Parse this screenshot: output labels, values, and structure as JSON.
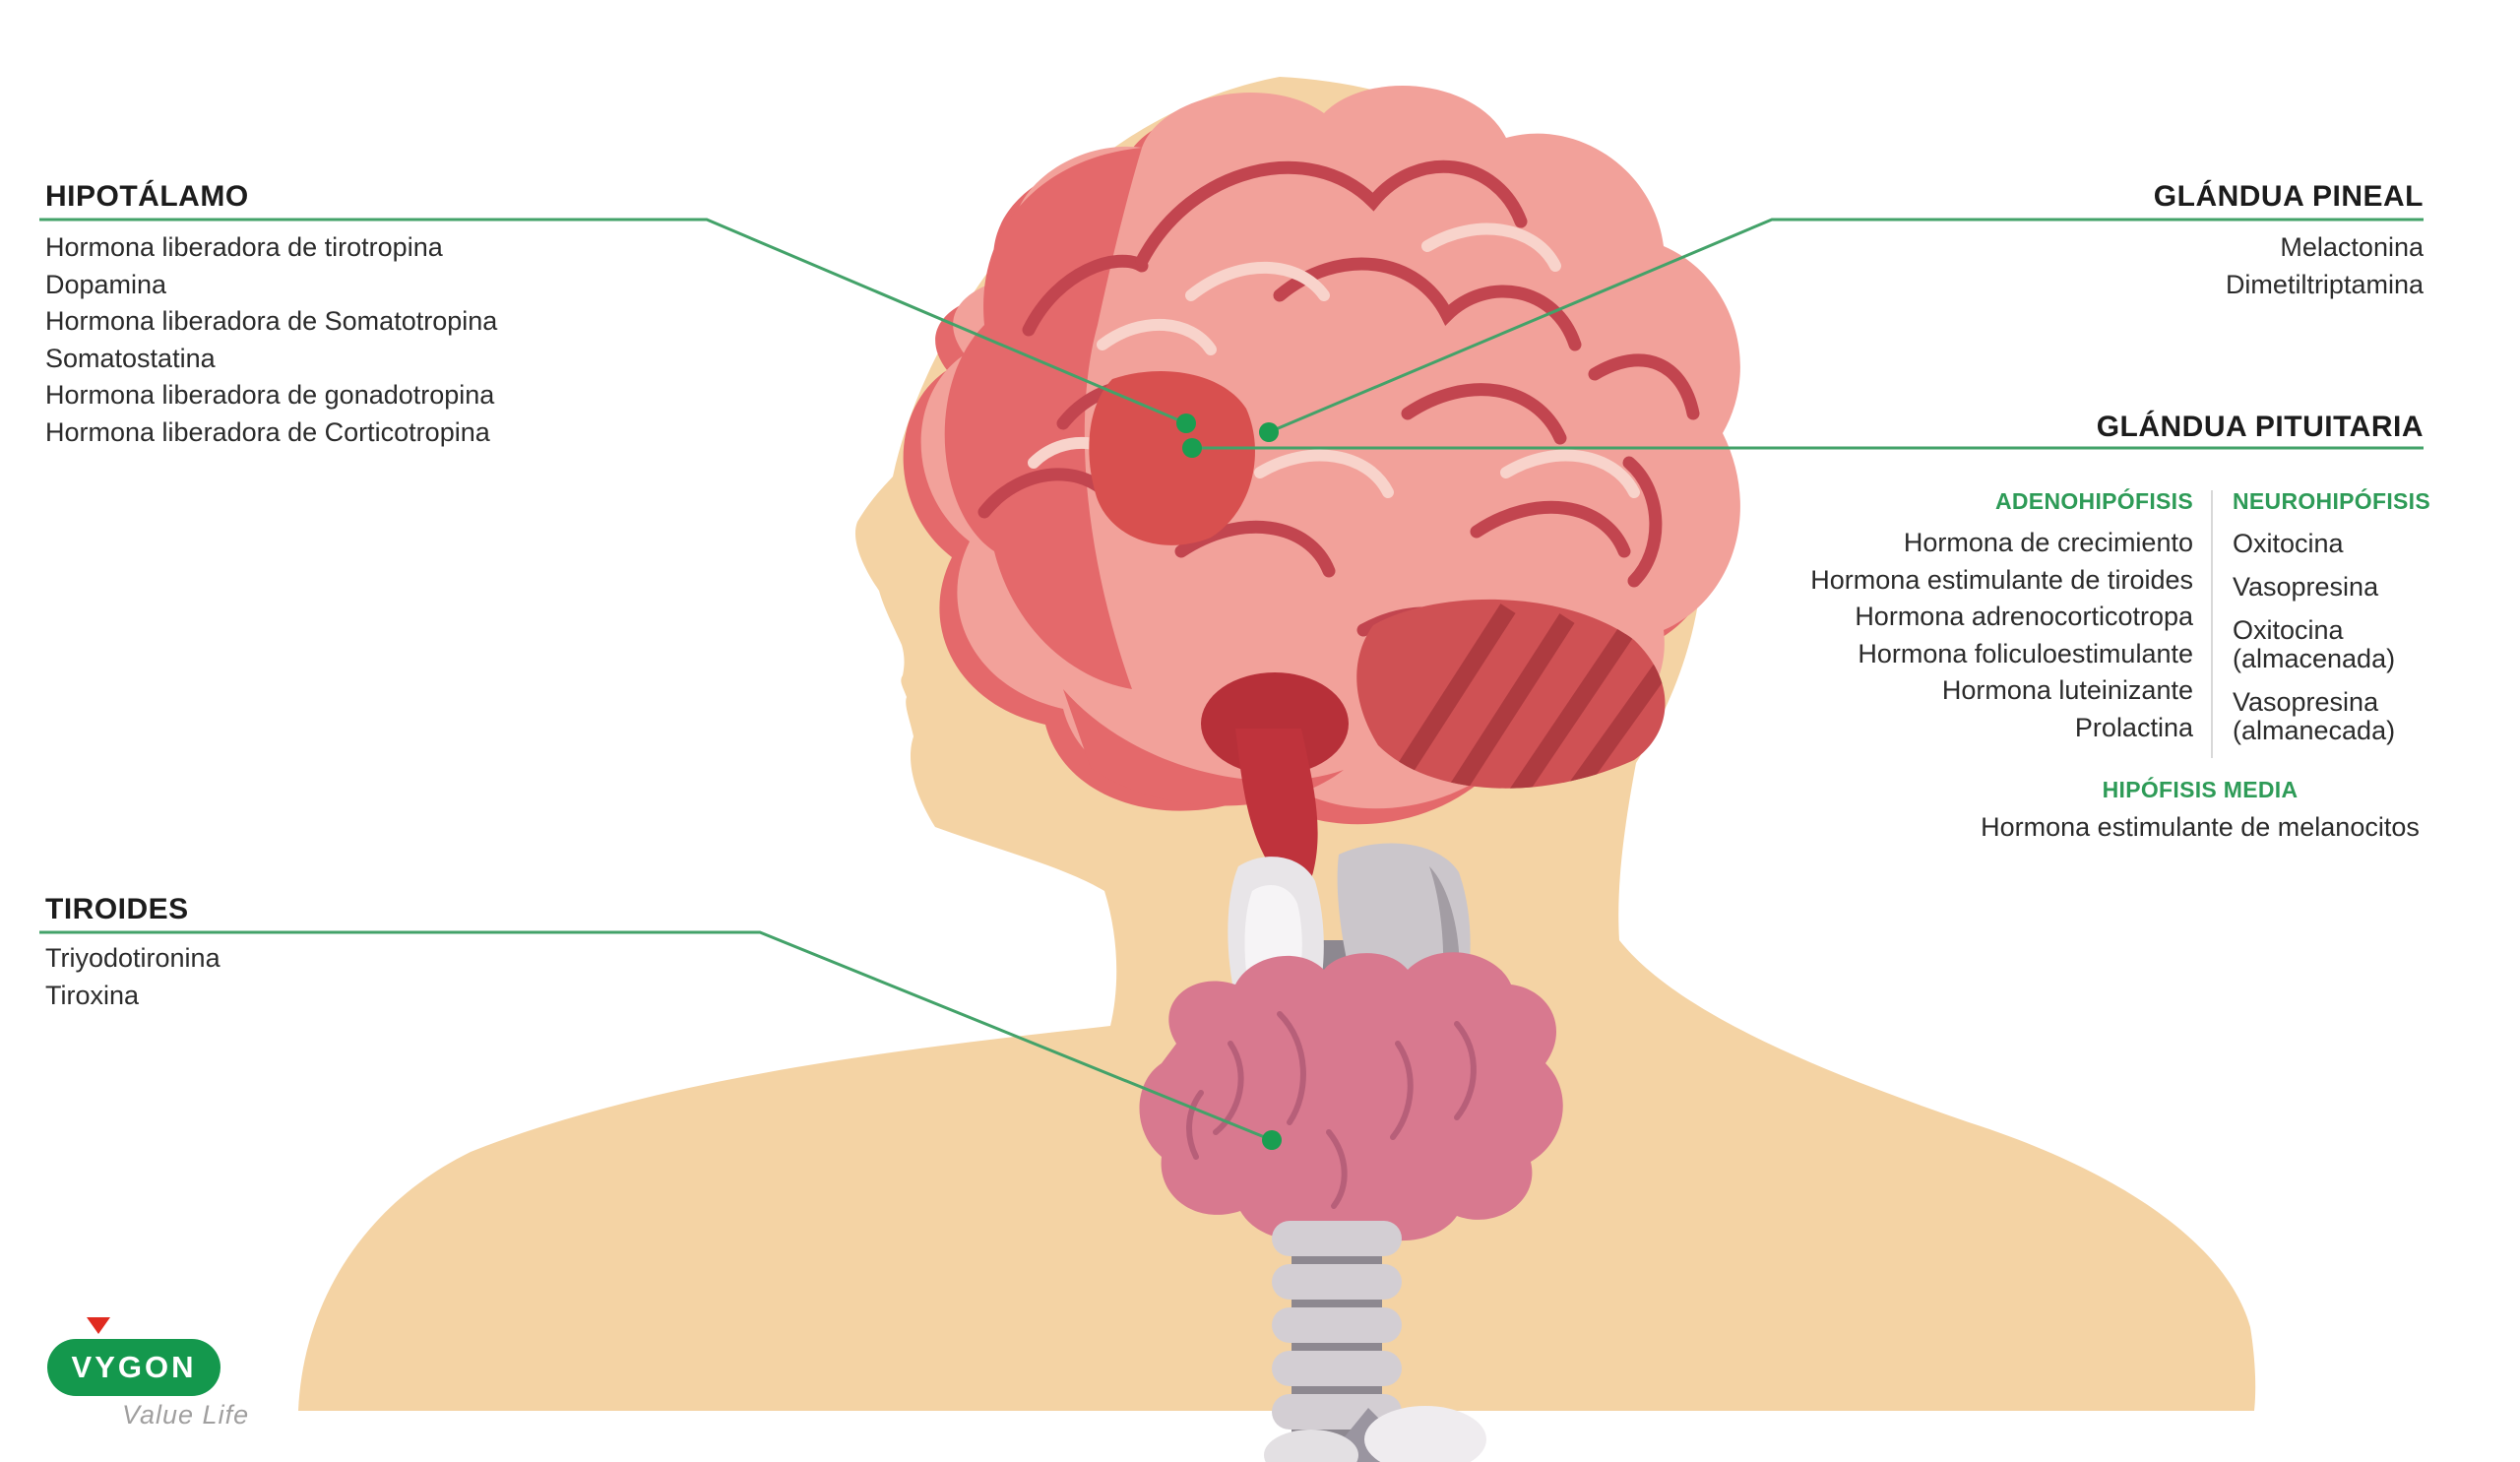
{
  "palette": {
    "green": "#2e9b57",
    "line": "#43a269",
    "dot": "#1a9e51",
    "skin": "#f4d3a4",
    "ink": "#1c1c1c",
    "logo-green": "#14984d",
    "logo-red": "#e02b20"
  },
  "hypothalamus": {
    "title": "HIPOTÁLAMO",
    "items": [
      "Hormona liberadora de tirotropina",
      "Dopamina",
      "Hormona liberadora de Somatotropina",
      "Somatostatina",
      "Hormona liberadora de gonadotropina",
      "Hormona liberadora de Corticotropina"
    ]
  },
  "pineal": {
    "title": "GLÁNDUA PINEAL",
    "items": [
      "Melactonina",
      "Dimetiltriptamina"
    ]
  },
  "pituitary": {
    "title": "GLÁNDUA PITUITARIA",
    "adenohypophysis": {
      "title": "ADENOHIPÓFISIS",
      "items": [
        "Hormona de crecimiento",
        "Hormona estimulante de tiroides",
        "Hormona adrenocorticotropa",
        "Hormona foliculoestimulante",
        "Hormona luteinizante",
        "Prolactina"
      ]
    },
    "neurohypophysis": {
      "title": "NEUROHIPÓFISIS",
      "items": [
        "Oxitocina",
        "Vasopresina",
        "Oxitocina (almacenada)",
        "Vasopresina (almanecada)"
      ]
    },
    "media": {
      "title": "HIPÓFISIS MEDIA",
      "items": [
        "Hormona estimulante de melanocitos"
      ]
    }
  },
  "thyroid": {
    "title": "TIROIDES",
    "items": [
      "Triyodotironina",
      "Tiroxina"
    ]
  },
  "logo": {
    "brand": "VYGON",
    "tagline": "Value Life"
  }
}
